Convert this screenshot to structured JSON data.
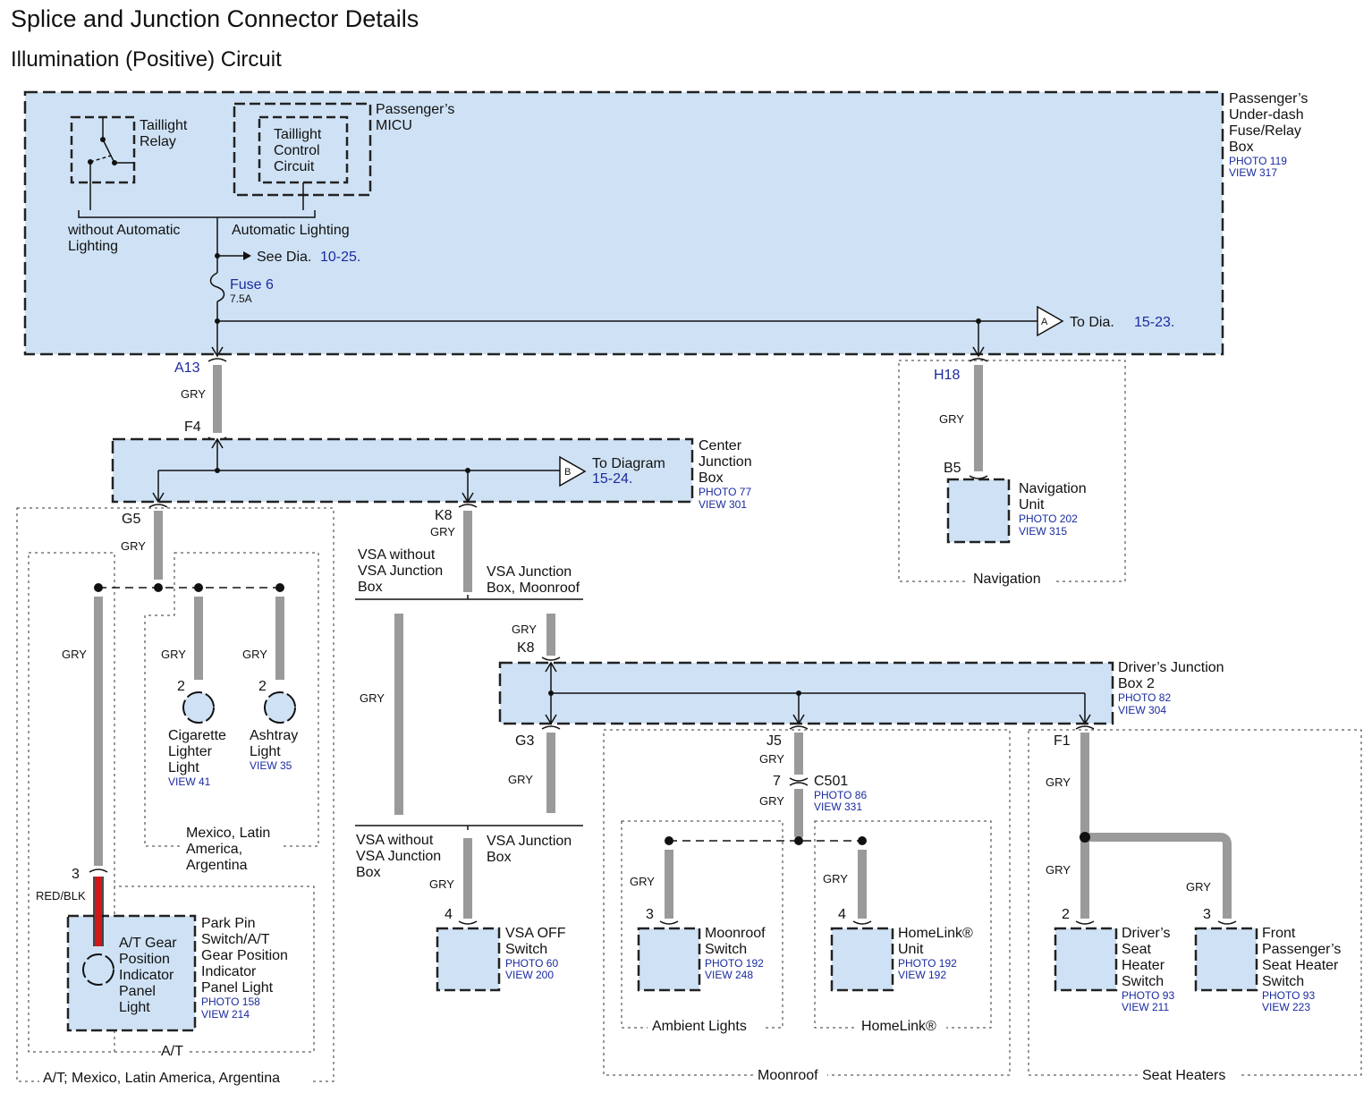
{
  "title": "Splice and Junction Connector Details",
  "subtitle": "Illumination (Positive) Circuit",
  "colors": {
    "box_fill": "#cfe2f5",
    "wire_gray": "#9a9a9a",
    "wire_red": "#d01818",
    "ref_blue": "#1a2aa0"
  },
  "micu_box": {
    "name_lines": [
      "Passenger’s",
      "Under-dash",
      "Fuse/Relay",
      "Box"
    ],
    "photo": "PHOTO 119",
    "view": "VIEW 317",
    "taillight_relay": [
      "Taillight",
      "Relay"
    ],
    "micu": [
      "Passenger’s",
      "MICU"
    ],
    "control_circuit": [
      "Taillight",
      "Control",
      "Circuit"
    ],
    "without_auto": [
      "without Automatic",
      "Lighting"
    ],
    "auto": "Automatic Lighting",
    "see_dia_prefix": "See Dia.",
    "see_dia_ref": "10-25.",
    "fuse_label": "Fuse 6",
    "fuse_rating": "7.5A",
    "to_dia_marker": "A",
    "to_dia_prefix": "To Dia.",
    "to_dia_ref": "15-23."
  },
  "pins": {
    "a13": "A13",
    "f4": "F4",
    "h18": "H18",
    "b5": "B5",
    "g5": "G5",
    "k8_top": "K8",
    "k8_mid": "K8",
    "g3": "G3",
    "j5": "J5",
    "f1": "F1",
    "c501_pin": "7",
    "c501": "C501",
    "p3_at": "3",
    "p2_cig": "2",
    "p2_ash": "2",
    "p4_vsa": "4",
    "p3_moon": "3",
    "p4_home": "4",
    "p2_drv": "2",
    "p3_pass": "3"
  },
  "wires": {
    "gry": "GRY",
    "red_blk": "RED/BLK"
  },
  "center_junction": {
    "name_lines": [
      "Center",
      "Junction",
      "Box"
    ],
    "photo": "PHOTO 77",
    "view": "VIEW 301",
    "marker": "B",
    "to_diagram": "To Diagram",
    "to_ref": "15-24."
  },
  "navigation": {
    "name_lines": [
      "Navigation",
      "Unit"
    ],
    "photo": "PHOTO 202",
    "view": "VIEW 315",
    "region": "Navigation"
  },
  "vsa": {
    "without_a": [
      "VSA without",
      "VSA Junction",
      "Box"
    ],
    "with_a": [
      "VSA Junction",
      "Box, Moonroof"
    ],
    "without_b": [
      "VSA without",
      "VSA Junction",
      "Box"
    ],
    "with_b": [
      "VSA Junction",
      "Box"
    ],
    "switch_lines": [
      "VSA OFF",
      "Switch"
    ],
    "photo": "PHOTO 60",
    "view": "VIEW 200"
  },
  "drivers_junction": {
    "name_lines": [
      "Driver’s Junction",
      "Box 2"
    ],
    "photo": "PHOTO 82",
    "view": "VIEW 304"
  },
  "c501_refs": {
    "photo": "PHOTO 86",
    "view": "VIEW 331"
  },
  "moonroof_switch": {
    "name_lines": [
      "Moonroof",
      "Switch"
    ],
    "photo": "PHOTO 192",
    "view": "VIEW 248"
  },
  "homelink_unit": {
    "name_lines": [
      "HomeLink®",
      "Unit"
    ],
    "photo": "PHOTO 192",
    "view": "VIEW 192"
  },
  "regions": {
    "ambient": "Ambient Lights",
    "homelink": "HomeLink®",
    "moonroof": "Moonroof",
    "seat_heaters": "Seat Heaters",
    "at": "A/T",
    "at_mexico": "A/T; Mexico, Latin America, Argentina",
    "mexico": [
      "Mexico, Latin",
      "America,",
      "Argentina"
    ]
  },
  "drivers_seat": {
    "name_lines": [
      "Driver’s",
      "Seat",
      "Heater",
      "Switch"
    ],
    "photo": "PHOTO 93",
    "view": "VIEW 211"
  },
  "pass_seat": {
    "name_lines": [
      "Front",
      "Passenger’s",
      "Seat Heater",
      "Switch"
    ],
    "photo": "PHOTO 93",
    "view": "VIEW 223"
  },
  "cig_light": {
    "name_lines": [
      "Cigarette",
      "Lighter",
      "Light"
    ],
    "view": "VIEW 41"
  },
  "ash_light": {
    "name_lines": [
      "Ashtray",
      "Light"
    ],
    "view": "VIEW 35"
  },
  "at_light": {
    "inner_lines": [
      "A/T Gear",
      "Position",
      "Indicator",
      "Panel",
      "Light"
    ],
    "name_lines": [
      "Park Pin",
      "Switch/A/T",
      "Gear Position",
      "Indicator",
      "Panel Light"
    ],
    "photo": "PHOTO 158",
    "view": "VIEW 214"
  }
}
